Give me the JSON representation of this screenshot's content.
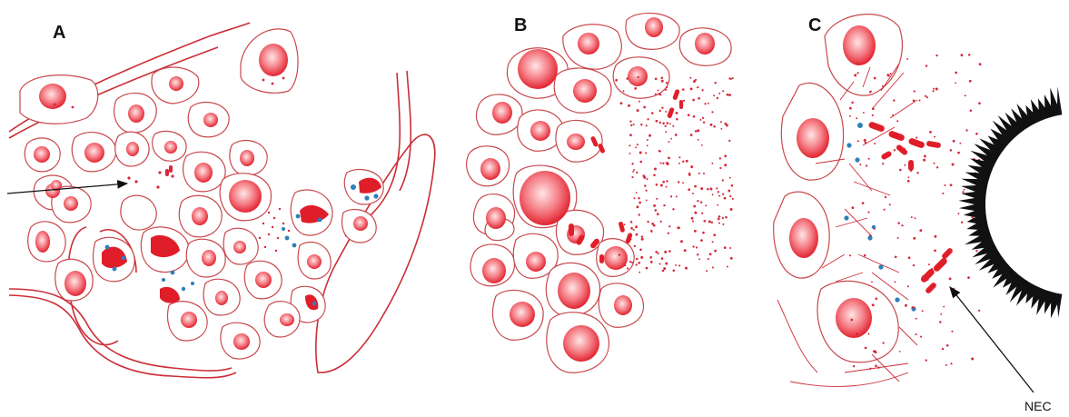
{
  "panels": [
    {
      "letter": "A"
    },
    {
      "letter": "B"
    },
    {
      "letter": "C"
    }
  ],
  "annotations": {
    "nec_label": "NEC"
  },
  "colors": {
    "cell_outline": "#c8484d",
    "nucleus_core": "#e01e2a",
    "nucleus_light": "#ffe6e6",
    "granule": "#d4283a",
    "stain_blue": "#2f7fb8",
    "border_black": "#111111",
    "vessel_red": "#cc2e36"
  }
}
